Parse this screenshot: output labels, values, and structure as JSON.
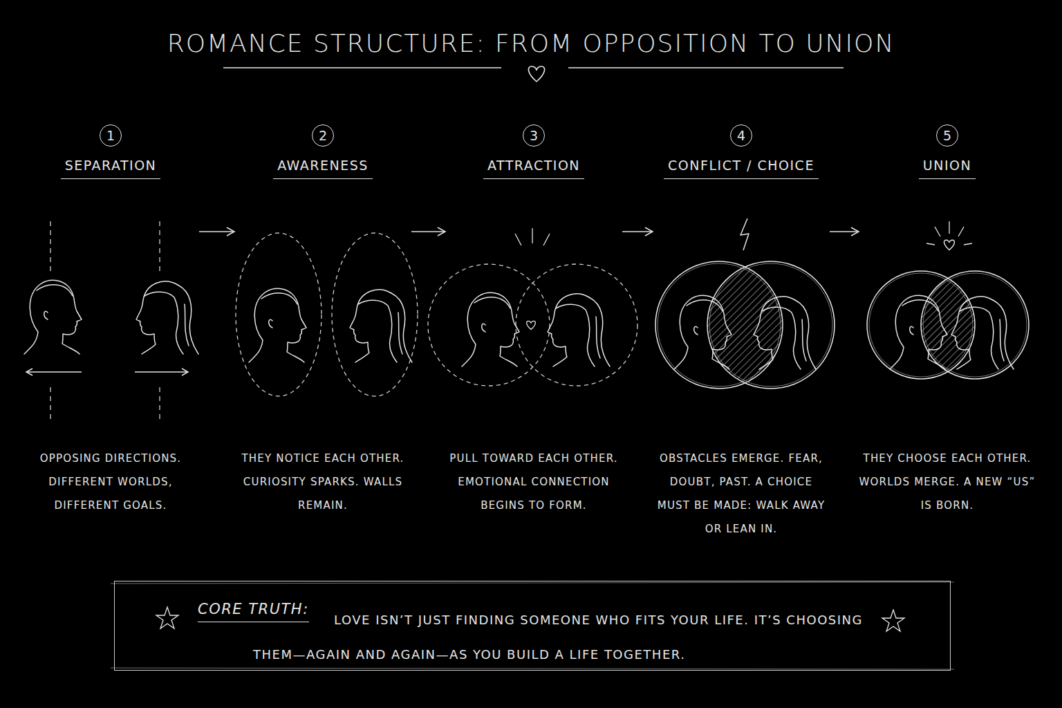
{
  "diagram": {
    "title": "ROMANCE STRUCTURE: FROM OPPOSITION TO UNION",
    "nodes": [
      {
        "text": [
          "1",
          "SEPARATION",
          "OPPOSING DIRECTIONS. DIFFERENT WORLDS, DIFFERENT GOALS."
        ]
      },
      {
        "text": [
          "2",
          "AWARENESS",
          "THEY NOTICE EACH OTHER. CURIOSITY SPARKS. WALLS REMAIN."
        ]
      },
      {
        "text": [
          "3",
          "ATTRACTION",
          "PULL TOWARD EACH OTHER. EMOTIONAL CONNECTION BEGINS TO FORM."
        ]
      },
      {
        "text": [
          "4",
          "CONFLICT / CHOICE",
          "OBSTACLES EMERGE. FEAR, DOUBT, PAST. A CHOICE MUST BE MADE: WALK AWAY OR LEAN IN."
        ]
      },
      {
        "text": [
          "5",
          "UNION",
          "THEY CHOOSE EACH OTHER. WORLDS MERGE. A NEW “US” IS BORN."
        ]
      },
      {
        "text": [
          "CORE TRUTH:",
          "LOVE ISN’T JUST FINDING SOMEONE WHO FITS YOUR LIFE. IT’S CHOOSING THEM—AGAIN AND AGAIN—AS YOU BUILD A LIFE TOGETHER."
        ]
      }
    ],
    "edges": [
      {
        "from": 0,
        "to": 1,
        "arrow": "to"
      },
      {
        "from": 1,
        "to": 2,
        "arrow": "to"
      },
      {
        "from": 2,
        "to": 3,
        "arrow": "to"
      },
      {
        "from": 3,
        "to": 4,
        "arrow": "to"
      }
    ]
  }
}
